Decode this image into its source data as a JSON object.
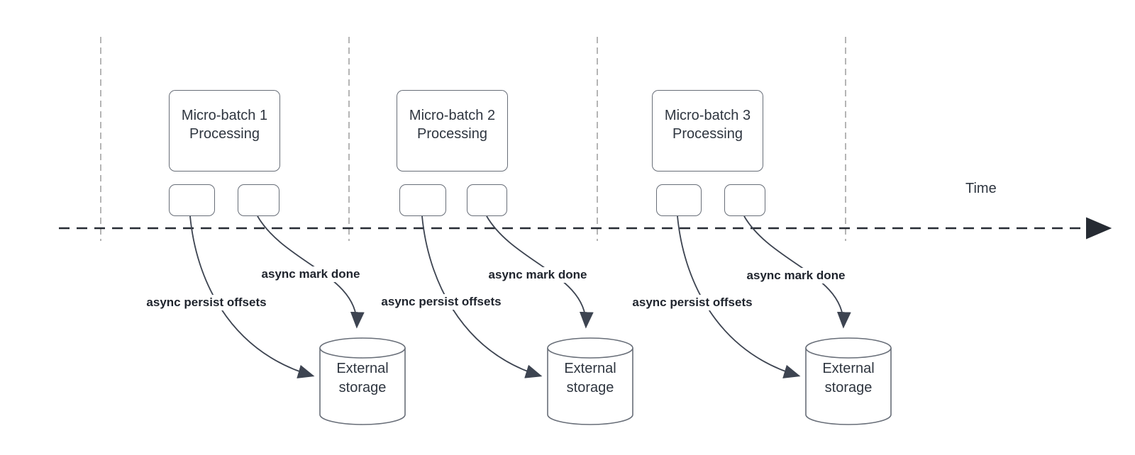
{
  "diagram": {
    "time_axis": {
      "label": "Time"
    },
    "sections": [
      {
        "batch": {
          "line1": "Micro-batch 1",
          "line2": "Processing"
        },
        "persist_label": "async persist offsets",
        "done_label": "async mark done",
        "storage": {
          "line1": "External",
          "line2": "storage"
        }
      },
      {
        "batch": {
          "line1": "Micro-batch 2",
          "line2": "Processing"
        },
        "persist_label": "async persist offsets",
        "done_label": "async mark done",
        "storage": {
          "line1": "External",
          "line2": "storage"
        }
      },
      {
        "batch": {
          "line1": "Micro-batch 3",
          "line2": "Processing"
        },
        "persist_label": "async persist offsets",
        "done_label": "async mark done",
        "storage": {
          "line1": "External",
          "line2": "storage"
        }
      }
    ],
    "colors": {
      "lifeline_dash": "#b5b5b5",
      "timeline_dash": "#262b33",
      "arrow_stroke": "#3d4451",
      "shape_border": "#686e78",
      "shape_text": "#2f3640",
      "label_text": "#20252e",
      "background": "#ffffff"
    }
  }
}
